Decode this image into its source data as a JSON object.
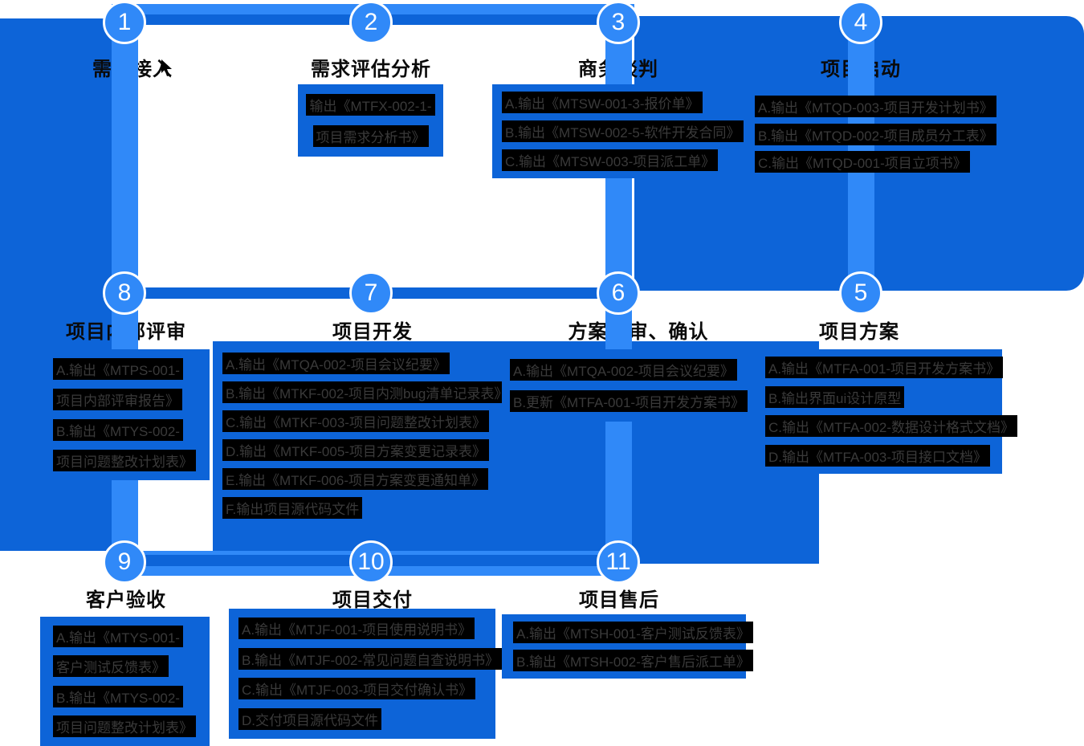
{
  "palette": {
    "light_blue": "#3089f8",
    "dark_blue": "#0d64d8",
    "line_block_bg": "#000000",
    "line_text": "#3a3a3a",
    "title_text": "#0a0a0a",
    "circle_number_text": "#ffffff"
  },
  "stages": [
    {
      "number": "1",
      "title": "需求接入",
      "outputs": []
    },
    {
      "number": "2",
      "title": "需求评估分析",
      "outputs": [
        "输出《MTFX-002-1-",
        "项目需求分析书》"
      ]
    },
    {
      "number": "3",
      "title": "商务谈判",
      "outputs": [
        "A.输出《MTSW-001-3-报价单》",
        "B.输出《MTSW-002-5-软件开发合同》",
        "C.输出《MTSW-003-项目派工单》"
      ]
    },
    {
      "number": "4",
      "title": "项目启动",
      "outputs": [
        "A.输出《MTQD-003-项目开发计划书》",
        "B.输出《MTQD-002-项目成员分工表》",
        "C.输出《MTQD-001-项目立项书》"
      ]
    },
    {
      "number": "5",
      "title": "项目方案",
      "outputs": [
        "A.输出《MTFA-001-项目开发方案书》",
        "B.输出界面ui设计原型",
        "C.输出《MTFA-002-数据设计格式文档》",
        "D.输出《MTFA-003-项目接口文档》"
      ]
    },
    {
      "number": "6",
      "title": "方案评审、确认",
      "outputs": [
        "A.输出《MTQA-002-项目会议纪要》",
        "B.更新《MTFA-001-项目开发方案书》"
      ]
    },
    {
      "number": "7",
      "title": "项目开发",
      "outputs": [
        "A.输出《MTQA-002-项目会议纪要》",
        "B.输出《MTKF-002-项目内测bug清单记录表》",
        "C.输出《MTKF-003-项目问题整改计划表》",
        "D.输出《MTKF-005-项目方案变更记录表》",
        "E.输出《MTKF-006-项目方案变更通知单》",
        "F.输出项目源代码文件"
      ]
    },
    {
      "number": "8",
      "title": "项目内部评审",
      "outputs": [
        "A.输出《MTPS-001-",
        "项目内部评审报告》",
        "B.输出《MTYS-002-",
        "项目问题整改计划表》"
      ]
    },
    {
      "number": "9",
      "title": "客户验收",
      "outputs": [
        "A.输出《MTYS-001-",
        "客户测试反馈表》",
        "B.输出《MTYS-002-",
        "项目问题整改计划表》"
      ]
    },
    {
      "number": "10",
      "title": "项目交付",
      "outputs": [
        "A.输出《MTJF-001-项目使用说明书》",
        "B.输出《MTJF-002-常见问题自查说明书》",
        "C.输出《MTJF-003-项目交付确认书》",
        "D.交付项目源代码文件"
      ]
    },
    {
      "number": "11",
      "title": "项目售后",
      "outputs": [
        "A.输出《MTSH-001-客户测试反馈表》",
        "B.输出《MTSH-002-客户售后派工单》"
      ]
    }
  ]
}
